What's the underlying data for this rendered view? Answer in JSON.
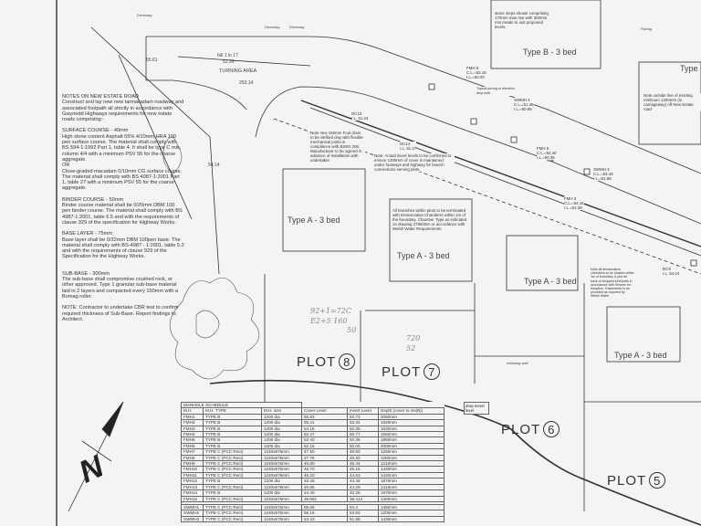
{
  "notes": {
    "title": "NOTES ON NEW ESTATE ROAD",
    "intro": "Construct and lay new new tarmacadam roadway and associated footpath all strictly in accordance with Gwynedd Highways requirements for new estate roads comprising:-",
    "surface_heading": "SURFACE COURSE - 40mm",
    "surface_text": "High stone content Asphalt 55% 4/10mm HRA 100 pen surface course. The material shall comply with BS 594-1:1992 Part 1, table 4. It shall be type C mix, column 4/4 with a minimum PSV 55 for the coarse aggregate.",
    "or": "OR",
    "surface_alt": "Close-graded macadam 0/10mm CG surface course. The material shall comply with BS 4987-1:2001 Part 1, table 27 with a minimum PSV 55 for the coarse aggregate.",
    "binder_heading": "BINDER COURSE - 50mm",
    "binder_text": "Binder course material shall be 0/20mm DBM 100 pen binder course. The material shall comply with BS 4987-1:2001, table 6.5 and with the requirements of clause 929 of the specification for Highway Works.",
    "base_heading": "BASE LAYER - 75mm",
    "base_text": "Base layer shall be 0/32mm DBM 100pen base. The material shall comply with BS-4987 - 1:2001, table 5.2 and with the requirements of clause 929 of the Specification for the Highway Works.",
    "subbase_heading": "SUB-BASE - 300mm",
    "subbase_text": "The sub-base shall compromise crushed rock, or other approved, Type 1 granular sub-base material laid in 2 layers and compacted every 150mm with a Bomag roller.",
    "cbr_note": "NOTE: Contractor to undertake CBR test to confirm required thickness of Sub-Base. Report findings to Architect."
  },
  "north_label": "N",
  "labels": {
    "turning_area": "TURNING AREA",
    "fall": "fall 1 in 17",
    "lvl1": "55.61",
    "lvl2": "52.99",
    "lvl3": "253.14",
    "lvl4": "54.14",
    "driveway": "Driveway",
    "paving": "Paving",
    "retaining_wall": "retaining wall",
    "type_b": "Type B - 3 bed",
    "type_right": "Type",
    "type_a": "Type A - 3 bed",
    "stone_steps": "stone steps shown comprising 170mm max rise with 300mm min treads to suit proposed levels.",
    "fmh6": "FMH 6\nC.L.=52.15\nI.L.=50.00",
    "swmh4": "SWMH 4\nC.L.=51.36\nI.L.=50.95",
    "swmh3": "SWMH 3\nC.L.=53.43\nI.L.=51.88",
    "fmh5": "FMH 5\nC.L.=52.40\nI.L.=50.36",
    "fmh3": "FMH 3\nC.L.=54.16\nI.L.=52.38",
    "dc14": "DC14\nI.L. 51.27",
    "dc13": "DC13\nI.L. 51.44",
    "dc9": "DC9\nI.L. 54.24",
    "note_foul": "Note new 150mm Foul drain to be vitrified clay with flexible mechanical joints in compliance with BSEN 295. Manufacturer to be agreed in advance of installation with undertaker.",
    "note_invert": "Note: Actual invert levels to be confirmed to ensure 1200mm of cover is maintained under footways and highway for branch connections serving plots.",
    "note_branches": "All branches within plots to be terminated with Demarcation Chambers within 1m of the boundary. Chamber Type as indicated on drawing 2798/28A or accordance with Welsh Water Requirements",
    "note_demarcation": "Note all demarcation chambers to be located within 1m of boundary & plot all back of dropped kerb/path in accordance with Sewers for Adoption. Easements to be provided as required by Welsh Water",
    "note_outside": "Note outside line of existing minimum 1200mm (in carriageway) off New Estate road",
    "note_topsoil": "Topsoil paving to retention drop kerb"
  },
  "handwritten": {
    "a": "92+1=72C",
    "b": "E2+5  160",
    "c": "50",
    "d": "720",
    "e": "52"
  },
  "plots": [
    {
      "label": "PLOT",
      "num": "8"
    },
    {
      "label": "PLOT",
      "num": "7"
    },
    {
      "label": "PLOT",
      "num": "6"
    },
    {
      "label": "PLOT",
      "num": "5"
    }
  ],
  "schedule": {
    "title": "MANHOLE SCHEDULE",
    "headers": [
      "M.H",
      "M.H. TYPE",
      "M.H. size",
      "Cover Level",
      "Invert Level",
      "Depth (cover to inv(B))"
    ],
    "drop_header": "drop invert level",
    "rows": [
      [
        "FMH1",
        "TYPE B",
        "1200 dia",
        "55.93",
        "53.73",
        "2050mm"
      ],
      [
        "FMH2",
        "TYPE B",
        "1200 dia",
        "55.41",
        "53.34",
        "1920mm"
      ],
      [
        "FMH3",
        "TYPE B",
        "1200 dia",
        "54.16",
        "52.38",
        "1630mm"
      ],
      [
        "FMH4",
        "TYPE B",
        "1200 dia",
        "52.47",
        "50.77",
        "1550mm"
      ],
      [
        "FMH5",
        "TYPE B",
        "1200 dia",
        "52.40",
        "50.36",
        "1880mm"
      ],
      [
        "FMH6",
        "TYPE B",
        "1200 dia",
        "52.15",
        "50.00",
        "2000mm"
      ],
      [
        "FMH7",
        "TYPE C (PCC Rect)",
        "1240x675mm",
        "47.90",
        "46.50",
        "1250mm"
      ],
      [
        "FMH8",
        "TYPE C (PCC Rect)",
        "1240x675mm",
        "47.75",
        "46.32",
        "1280mm"
      ],
      [
        "FMH9",
        "TYPE C (PCC Rect)",
        "1240x675mm",
        "46.80",
        "45.44",
        "1210mm"
      ],
      [
        "FMH10",
        "TYPE C (PCC Rect)",
        "1240x675mm",
        "46.70",
        "45.15",
        "1430mm"
      ],
      [
        "FMH11",
        "TYPE C (PCC Rect)",
        "1240x675mm",
        "46.20",
        "44.63",
        "1420mm"
      ],
      [
        "FMH12",
        "TYPE B",
        "1200 dia",
        "46.46",
        "44.46",
        "1870mm"
      ],
      [
        "FMH13",
        "TYPE C (PCC Rect)",
        "1240x675mm",
        "45.86",
        "44.29",
        "1415mm"
      ],
      [
        "FMH14",
        "TYPE B",
        "1200 dia",
        "44.40",
        "42.28",
        "1970mm"
      ],
      [
        "FMH15",
        "TYPE C (PCC Rect)",
        "1240x675mm",
        "39.891",
        "38.414",
        "1300mm"
      ],
      [
        "SWMH1",
        "TYPE C (PCC Rect)",
        "1240x675mm",
        "55.68",
        "54.4",
        "1460mm"
      ],
      [
        "SWMH2",
        "TYPE C (PCC Rect)",
        "1240x675mm",
        "55.16",
        "53.83",
        "1200mm"
      ],
      [
        "SWMH3",
        "TYPE C (PCC Rect)",
        "1240x675mm",
        "53.43",
        "51.88",
        "1430mm"
      ]
    ]
  }
}
